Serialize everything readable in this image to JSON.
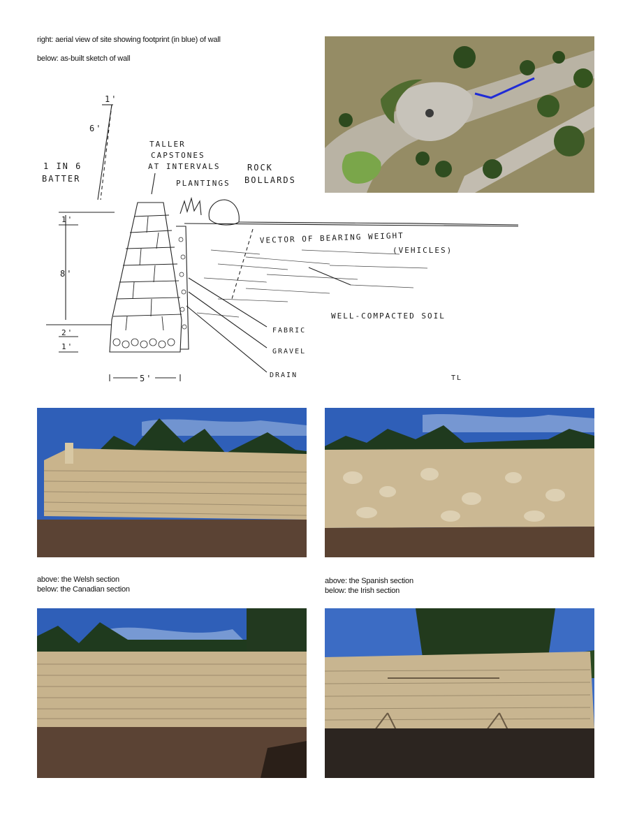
{
  "captions": {
    "right_aerial": "right: aerial view of site showing footprint (in blue) of wall",
    "below_sketch": "below: as-built sketch of wall",
    "welsh_above": "above: the Welsh section",
    "canadian_below": "below: the Canadian section",
    "spanish_above": "above: the Spanish section",
    "irish_below": "below: the Irish section"
  },
  "sketch": {
    "dim_1ft_top": "1'",
    "dim_6ft": "6'",
    "batter": [
      "1 IN 6",
      "BATTER"
    ],
    "capstones": [
      "TALLER",
      "CAPSTONES",
      "AT INTERVALS"
    ],
    "plantings": "PLANTINGS",
    "rock_bollards": [
      "ROCK",
      "BOLLARDS"
    ],
    "vector": [
      "VECTOR OF BEARING WEIGHT",
      "(VEHICLES)"
    ],
    "soil": "WELL-COMPACTED SOIL",
    "fabric": "FABRIC",
    "gravel": "GRAVEL",
    "drain": "DRAIN",
    "dim_1ft": "1'",
    "dim_8ft": "8'",
    "dim_2ft": "2'",
    "dim_1ft_b": "1'",
    "dim_5ft": "5'",
    "initials": "TL"
  },
  "colors": {
    "footprint": "#1f2bd6",
    "sky": "#2f5fb8",
    "stone": "#c9b48c",
    "soil": "#5b4334"
  },
  "photos": [
    "aerial-site-photo",
    "welsh-section-photo",
    "spanish-section-photo",
    "canadian-section-photo",
    "irish-section-photo"
  ]
}
